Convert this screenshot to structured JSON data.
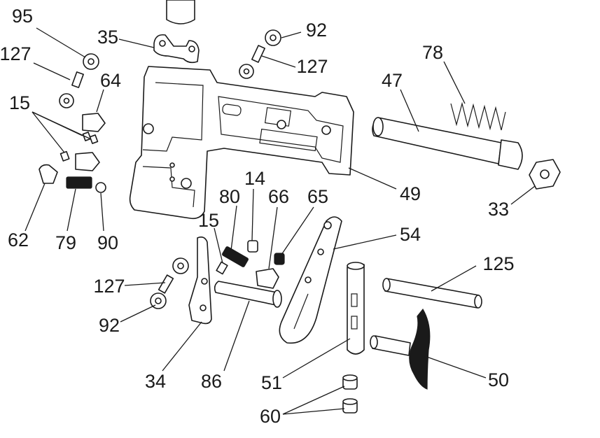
{
  "callouts": {
    "c95": "95",
    "c127_top_left": "127",
    "c64": "64",
    "c15_left": "15",
    "c35": "35",
    "c92_top": "92",
    "c127_top": "127",
    "c78": "78",
    "c47": "47",
    "c49": "49",
    "c33": "33",
    "c62": "62",
    "c79": "79",
    "c90": "90",
    "c14": "14",
    "c80": "80",
    "c15_mid": "15",
    "c66": "66",
    "c65": "65",
    "c54": "54",
    "c125": "125",
    "c127_bottom": "127",
    "c92_bottom": "92",
    "c34": "34",
    "c86": "86",
    "c51": "51",
    "c50": "50",
    "c60": "60"
  },
  "colors": {
    "ink": "#1a1a1a",
    "paper": "#ffffff"
  }
}
